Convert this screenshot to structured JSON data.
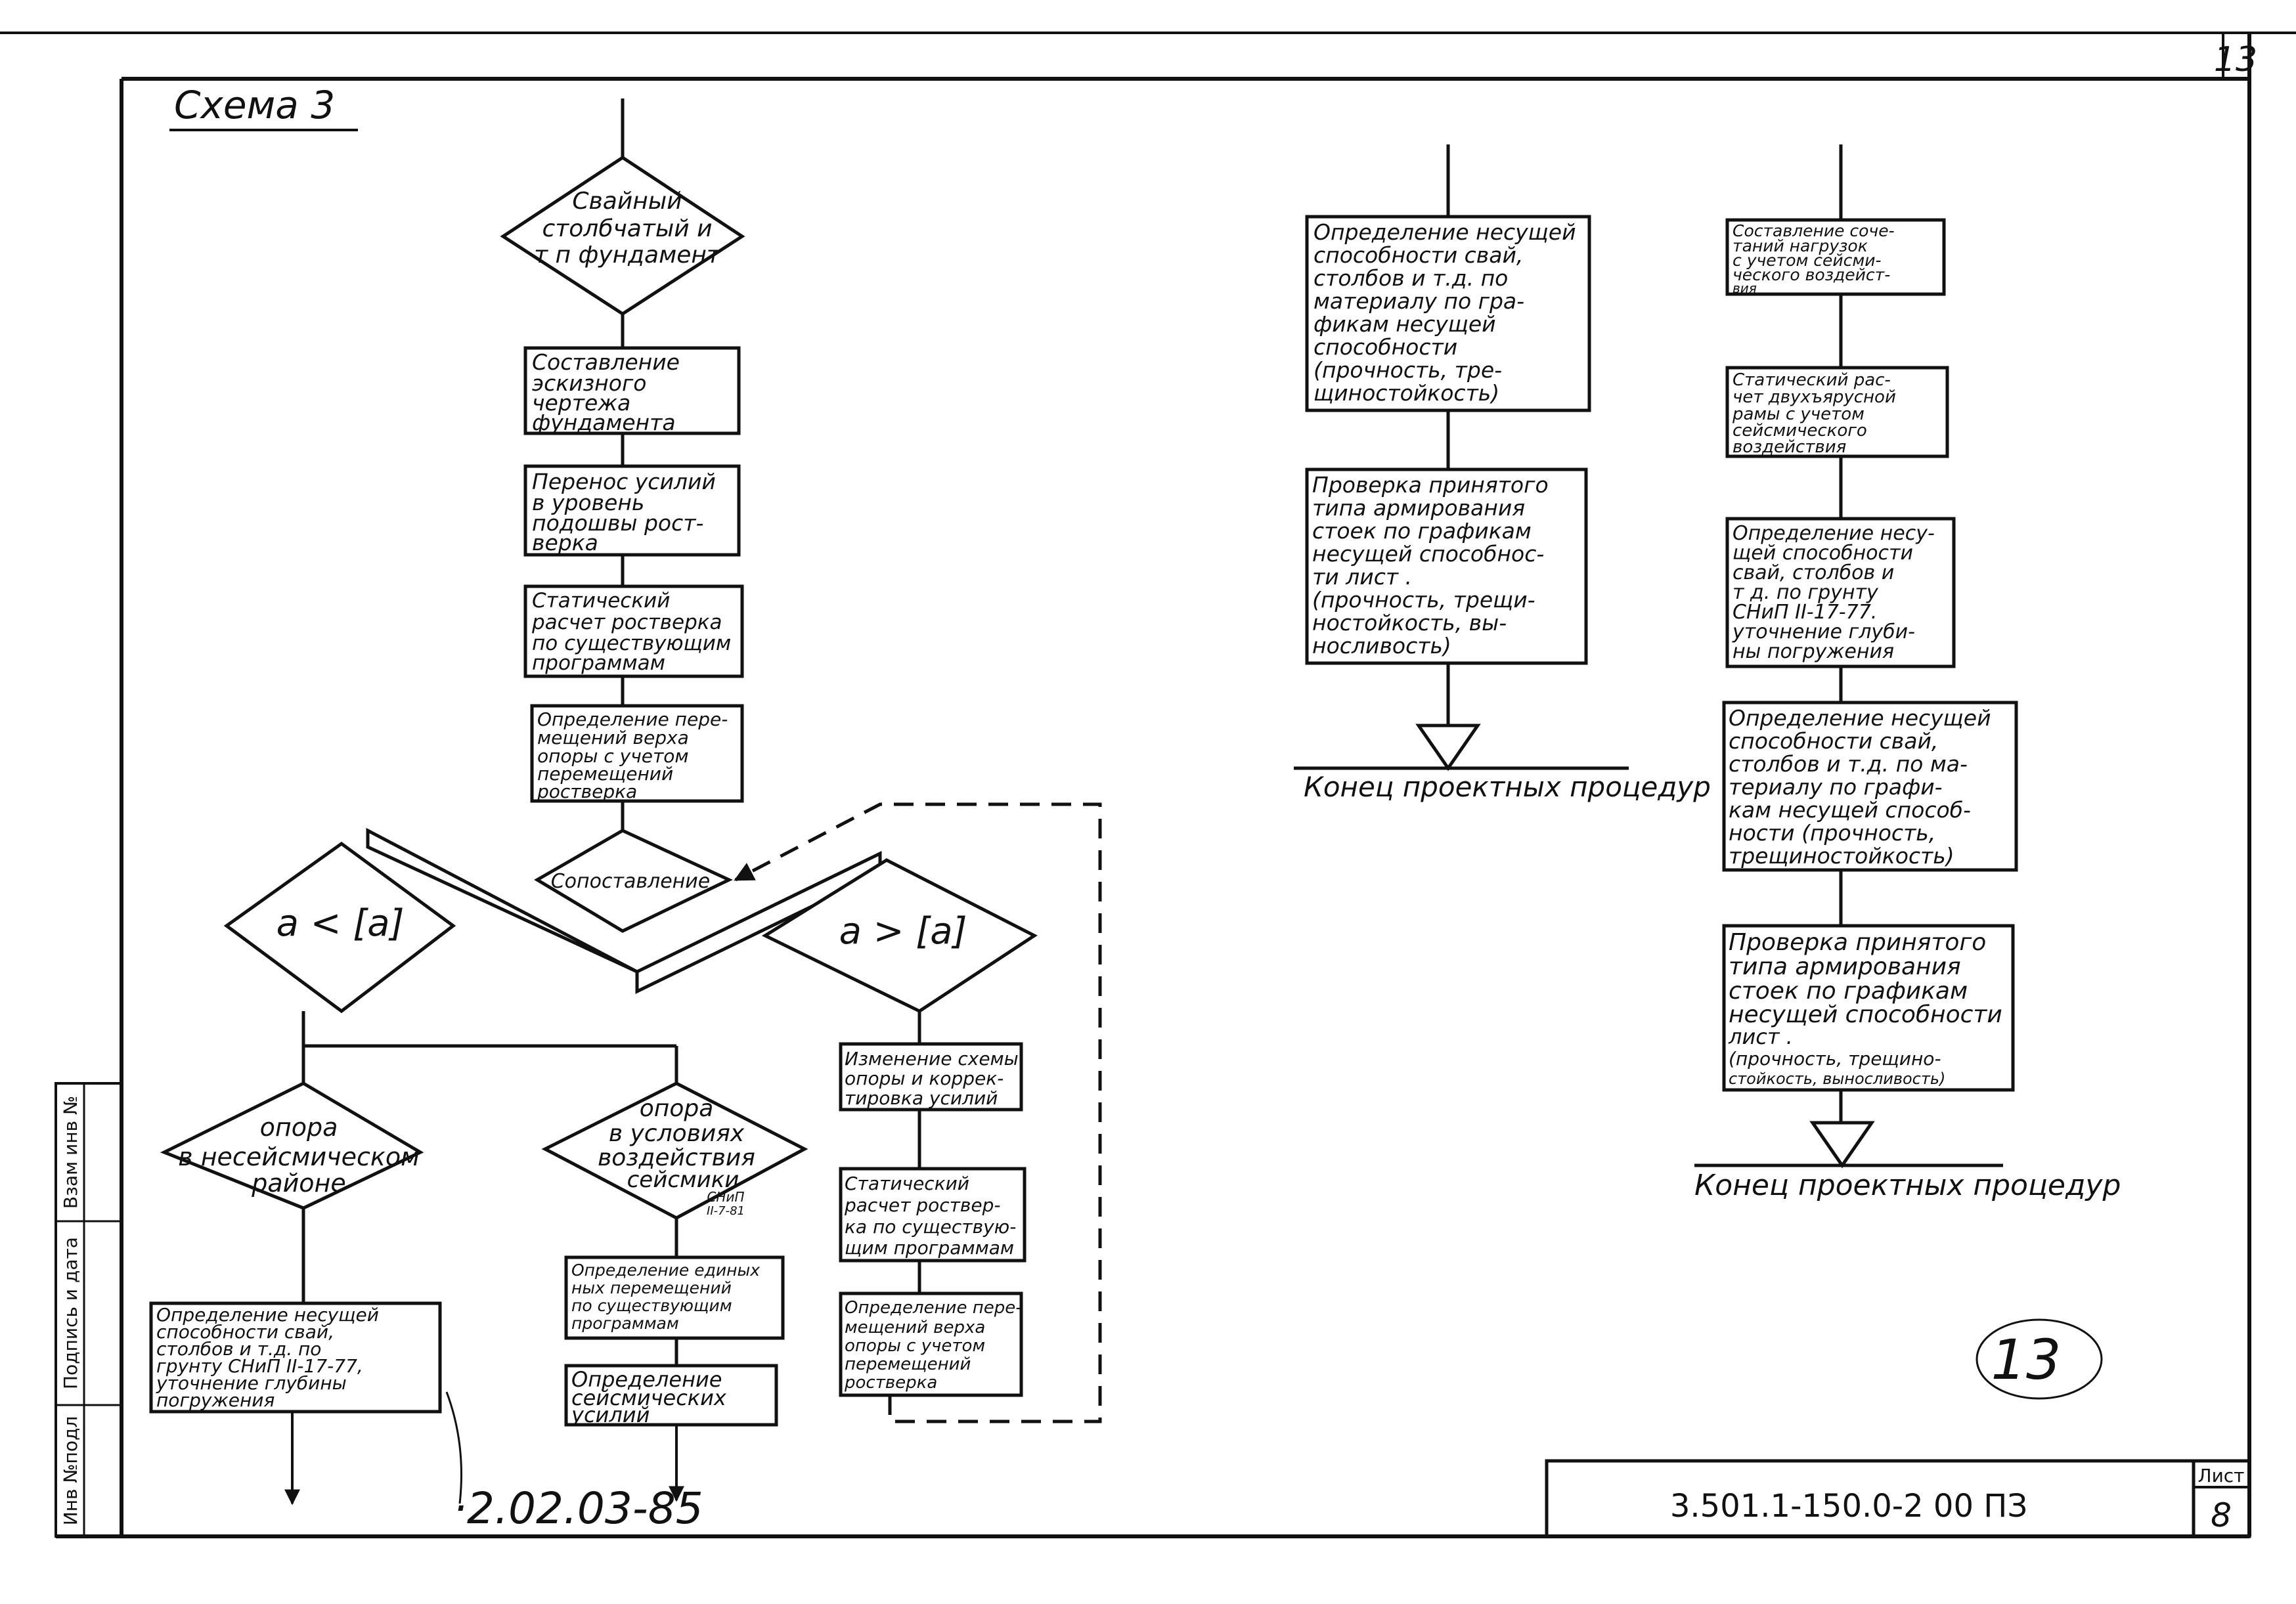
{
  "scheme_title": "Схема 3",
  "corner_page_number": "13",
  "left_column": {
    "start": [
      "Свайный",
      "столбчатый и",
      "т п фундамент"
    ],
    "step1": [
      "Составление",
      "эскизного",
      "чертежа",
      "фундамента"
    ],
    "step2": [
      "Перенос усилий",
      "в уровень",
      "подошвы рост-",
      "верка"
    ],
    "step3": [
      "Статический",
      "расчет ростверка",
      "по существующим",
      "программам"
    ],
    "step4": [
      "Определение пере-",
      "мещений верха",
      "опоры с учетом",
      "перемещений",
      "ростверка"
    ],
    "compare": "Сопоставление",
    "cond_less": "a < [a]",
    "cond_greater": "a > [a]",
    "nonseismic": [
      "опора",
      "в несейсмическом",
      "районе"
    ],
    "seismic": [
      "опора",
      "в условиях",
      "воздействия",
      "сейсмики",
      "СНиП",
      "II-7-81"
    ],
    "nonseismic_box": [
      "Определение несущей",
      "способности свай,",
      "столбов и т.д. по",
      "грунту СНиП II-17-77,",
      "уточнение глубины",
      "погружения"
    ],
    "seismic_box1": [
      "Определение единых",
      "ных перемещений",
      "по существующим",
      "программам"
    ],
    "seismic_box2": [
      "Определение",
      "сейсмических",
      "усилий"
    ],
    "change_box1": [
      "Изменение схемы",
      "опоры и коррек-",
      "тировка усилий"
    ],
    "change_box2": [
      "Статический",
      "расчет роствер-",
      "ка по существую-",
      "щим программам"
    ],
    "change_box3": [
      "Определение пере-",
      "мещений верха",
      "опоры с учетом",
      "перемещений",
      "ростверка"
    ]
  },
  "middle_column": {
    "box1": [
      "Определение несущей",
      "способности свай,",
      "столбов и т.д. по",
      "материалу по гра-",
      "фикам несущей",
      "способности",
      "(прочность, тре-",
      "щиностойкость)"
    ],
    "box2": [
      "Проверка принятого",
      "типа армирования",
      "стоек по графикам",
      "несущей способнос-",
      "ти лист .",
      "(прочность, трещи-",
      "ностойкость, вы-",
      "носливость)"
    ],
    "end_label": "Конец проектных процедур"
  },
  "right_column": {
    "box1": [
      "Составление соче-",
      "таний нагрузок",
      "с учетом сейсми-",
      "ческого воздейст-",
      "вия"
    ],
    "box2": [
      "Статический рас-",
      "чет двухъярусной",
      "рамы с учетом",
      "сейсмического",
      "воздействия"
    ],
    "box3": [
      "Определение несу-",
      "щей способности",
      "свай, столбов и",
      "т д. по грунту",
      "СНиП II-17-77.",
      "уточнение глуби-",
      "ны погружения"
    ],
    "box4": [
      "Определение несущей",
      "способности свай,",
      "столбов и т.д. по ма-",
      "териалу по графи-",
      "кам несущей способ-",
      "ности (прочность,",
      "трещиностойкость)"
    ],
    "box5": [
      "Проверка принятого",
      "типа армирования",
      "стоек по графикам",
      "несущей способности",
      "лист .",
      "(прочность, трещино-",
      "стойкость, выносливость)"
    ],
    "end_label": "Конец проектных процедур"
  },
  "handwritten_note": "·2.02.03-85",
  "circled_number": "13",
  "title_block": {
    "document_code": "3.501.1-150.0-2 00 ПЗ",
    "sheet_label": "Лист",
    "sheet_number": "8"
  },
  "side_stamp": {
    "inv_original": "Инв №подл",
    "signature_date": "Подпись и дата",
    "replaced_inv": "Взам инв №"
  }
}
